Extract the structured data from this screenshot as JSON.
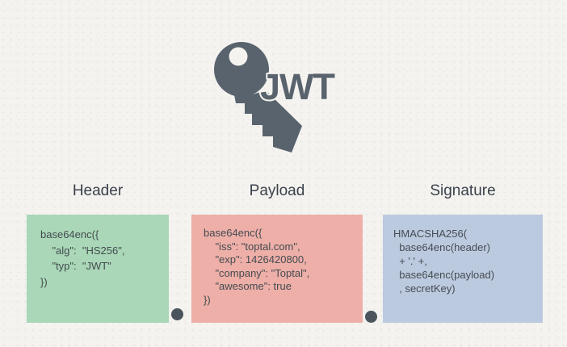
{
  "page": {
    "background_color": "#f4f3f0"
  },
  "logo": {
    "title": "JWT",
    "icon": "key-icon",
    "icon_color": "#59636d"
  },
  "columns": [
    {
      "id": "header",
      "title": "Header",
      "box_color": "#a9d7b7",
      "code_lines": [
        "base64enc({",
        "    \"alg\":  \"HS256\",",
        "    \"typ\":  \"JWT\"",
        "})"
      ]
    },
    {
      "id": "payload",
      "title": "Payload",
      "box_color": "#edafa7",
      "code_lines": [
        "base64enc({",
        "    \"iss\": \"toptal.com\",",
        "    \"exp\": 1426420800,",
        "    \"company\": \"Toptal\",",
        "    \"awesome\": true",
        "})"
      ]
    },
    {
      "id": "signature",
      "title": "Signature",
      "box_color": "#bccadf",
      "code_lines": [
        "HMACSHA256(",
        "  base64enc(header)",
        "  + '.' +,",
        "  base64enc(payload)",
        "  , secretKey)"
      ]
    }
  ],
  "separators": {
    "dot_color": "#4b545c"
  }
}
